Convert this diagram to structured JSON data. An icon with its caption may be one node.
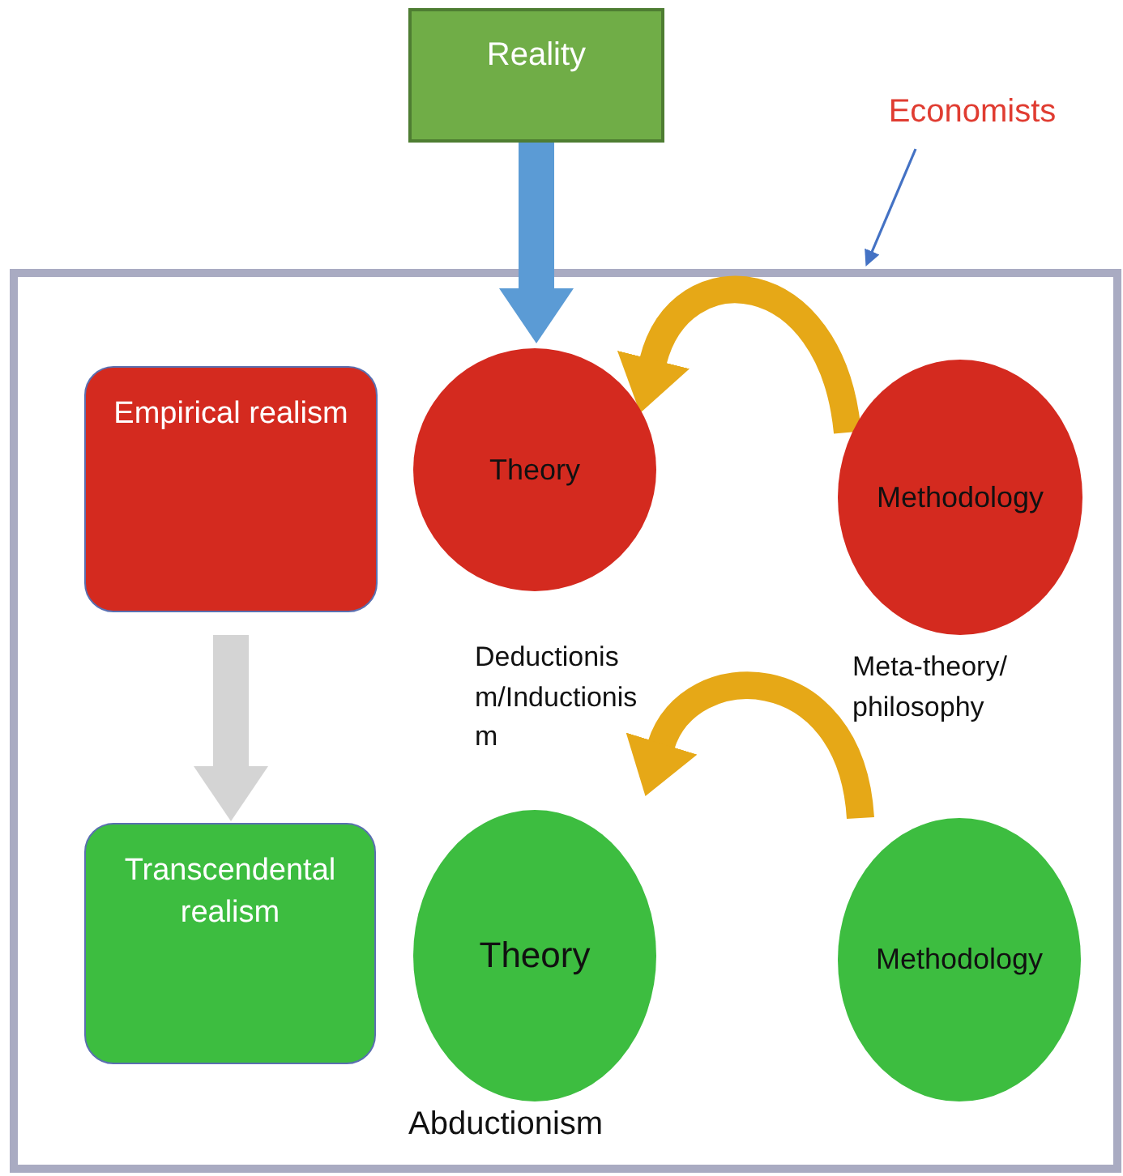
{
  "diagram": {
    "nodes": [
      {
        "text": [
          "Reality"
        ]
      },
      {
        "text": [
          "Economists"
        ]
      },
      {
        "text": [],
        "shape": "box"
      },
      {
        "text": [
          "Empirical realism"
        ],
        "in": 2
      },
      {
        "text": [
          "Theory"
        ],
        "in": 2,
        "beside": [
          "Deductionism/Inductionism"
        ]
      },
      {
        "text": [
          "Methodology"
        ],
        "in": 2,
        "beside": [
          "Meta-theory/ philosophy"
        ]
      },
      {
        "text": [
          "Transcendental realism"
        ],
        "in": 2
      },
      {
        "text": [
          "Theory"
        ],
        "in": 2,
        "beside": [
          "Abductionism"
        ]
      },
      {
        "text": [
          "Methodology"
        ],
        "in": 2
      }
    ],
    "edges": [
      {
        "from": 0,
        "to": 4,
        "arrow": "to",
        "color": "#5b9bd5"
      },
      {
        "from": 1,
        "to": 2,
        "arrow": "to",
        "color": "#4472c4"
      },
      {
        "from": 5,
        "to": 4,
        "arrow": "to",
        "color": "#e6a817"
      },
      {
        "from": 3,
        "to": 6,
        "arrow": "to",
        "color": "#d4d4d4"
      },
      {
        "from": 8,
        "to": 7,
        "arrow": "to",
        "color": "#e6a817"
      }
    ]
  }
}
